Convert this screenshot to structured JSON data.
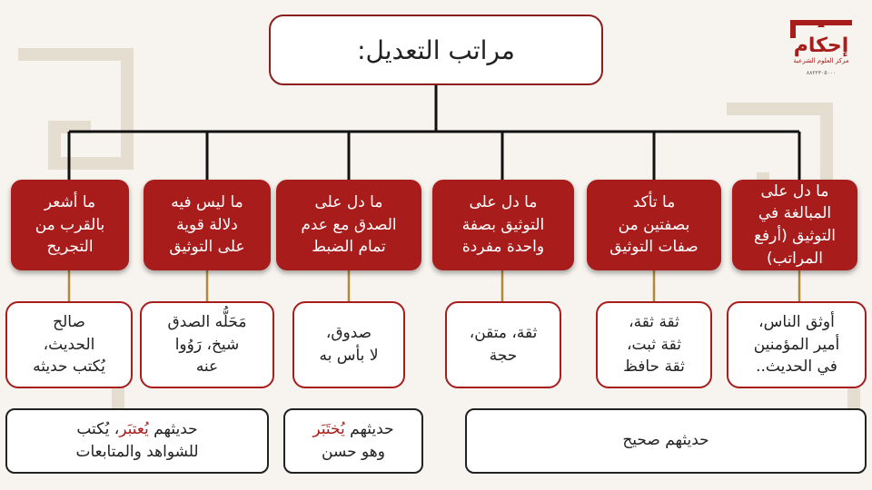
{
  "title": "مراتب التعديل:",
  "logo": {
    "name": "إحكام",
    "subtitle": "مركز العلوم الشرعية",
    "phone": "٨٨٢٢٣٠٥٠٠٠"
  },
  "categories": [
    {
      "text": "ما دل على\nالمبالغة في\nالتوثيق (أرفع\nالمراتب)",
      "example": "أوثق الناس،\nأمير المؤمنين\nفي الحديث.."
    },
    {
      "text": "ما تأكد\nبصفتين من\nصفات التوثيق",
      "example": "ثقة ثقة،\nثقة ثبت،\nثقة حافظ"
    },
    {
      "text": "ما دل على\nالتوثيق بصفة\nواحدة مفردة",
      "example": "ثقة، متقن،\nحجة"
    },
    {
      "text": "ما دل على\nالصدق مع عدم\nتمام الضبط",
      "example": "صدوق،\nلا بأس به"
    },
    {
      "text": "ما ليس فيه\nدلالة قوية\nعلى التوثيق",
      "example": "مَحَلُّه الصدق\nشيخ، رَوُوا\nعنه"
    },
    {
      "text": "ما أشعر\nبالقرب من\nالتجريح",
      "example": "صالح\nالحديث،\nيُكتب حديثه"
    }
  ],
  "rulings": {
    "sahih": "حديثهم صحيح",
    "hasan_prefix": "حديثهم ",
    "hasan_accent": "يُختَبَر",
    "hasan_suffix": "\nوهو حسن",
    "itibar_prefix": "حديثهم ",
    "itibar_accent": "يُعتبَر",
    "itibar_suffix": "، يُكتب\nللشواهد والمتابعات"
  },
  "colors": {
    "accent": "#a81c1c",
    "background": "#f7f3ee",
    "line": "#111111"
  }
}
